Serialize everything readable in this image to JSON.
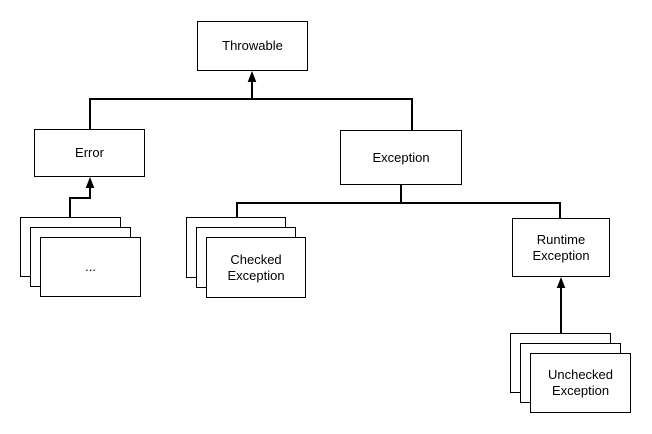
{
  "diagram": {
    "background_color": "#ffffff",
    "line_color": "#000000",
    "box_fill_color": "#ffffff",
    "text_color": "#000000",
    "nodes": {
      "throwable": {
        "label": "Throwable"
      },
      "error": {
        "label": "Error"
      },
      "exception": {
        "label": "Exception"
      },
      "runtime_exception": {
        "label": "Runtime Exception"
      },
      "error_subclasses": {
        "label": "..."
      },
      "checked_exception": {
        "label": "Checked Exception"
      },
      "unchecked_exception": {
        "label": "Unchecked Exception"
      }
    },
    "edges": [
      {
        "from": "error",
        "to": "throwable",
        "arrowhead": true
      },
      {
        "from": "exception",
        "to": "throwable",
        "arrowhead": true
      },
      {
        "from": "error_subclasses",
        "to": "error",
        "arrowhead": true
      },
      {
        "from": "checked_exception",
        "to": "exception",
        "arrowhead": false
      },
      {
        "from": "runtime_exception",
        "to": "exception",
        "arrowhead": false
      },
      {
        "from": "unchecked_exception",
        "to": "runtime_exception",
        "arrowhead": true
      }
    ]
  }
}
